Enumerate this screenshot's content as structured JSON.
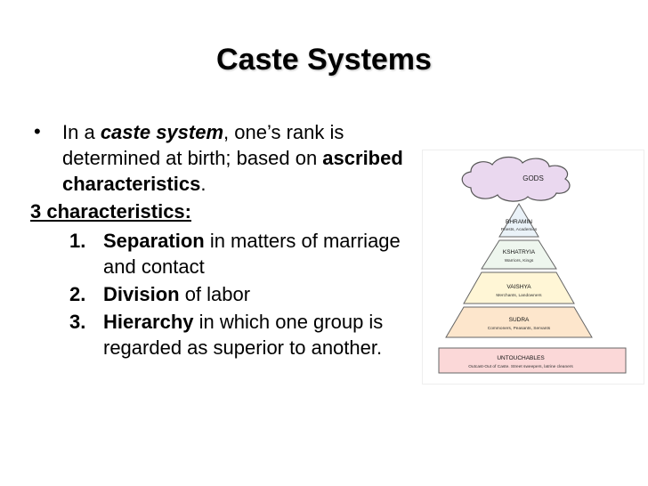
{
  "slide": {
    "title": "Caste Systems",
    "intro": {
      "t1": "In a ",
      "t2": "caste system",
      "t3": ", one’s rank is determined at birth; based on ",
      "t4": "ascribed characteristics",
      "t5": "."
    },
    "characteristics_heading": "3 characteristics:",
    "characteristics": [
      {
        "num": "1.",
        "bold": "Separation",
        "rest": " in matters of marriage and contact"
      },
      {
        "num": "2.",
        "bold": "Division",
        "rest": " of labor"
      },
      {
        "num": "3.",
        "bold": "Hierarchy",
        "rest": " in which one group is regarded as superior to another."
      }
    ]
  },
  "diagram": {
    "cloud": "GODS",
    "levels": [
      {
        "name": "BHRAMIN",
        "desc": "Priests, Academics",
        "color": "#eaf2f8"
      },
      {
        "name": "KSHATRYIA",
        "desc": "Warriors, Kings",
        "color": "#eef6ee"
      },
      {
        "name": "VAISHYA",
        "desc": "Merchants, Landowners",
        "color": "#fff6d6"
      },
      {
        "name": "SUDRA",
        "desc": "Commoners, Peasants, Servants",
        "color": "#fde6cc"
      },
      {
        "name": "UNTOUCHABLES",
        "desc": "Outcast-Out of Caste. Street sweepers, latrine cleaners",
        "color": "#fbd8d8"
      }
    ],
    "cloud_color": "#ead8ef"
  }
}
